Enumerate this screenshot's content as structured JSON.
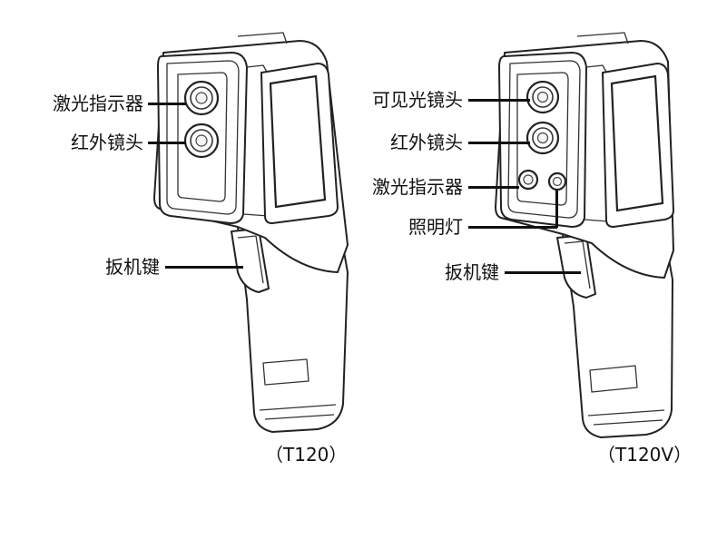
{
  "figure": {
    "devices": [
      {
        "model": "（T120）",
        "labels": {
          "laser": "激光指示器",
          "ir_lens": "红外镜头",
          "trigger": "扳机键"
        }
      },
      {
        "model": "（T120V）",
        "labels": {
          "visible_lens": "可见光镜头",
          "ir_lens": "红外镜头",
          "laser": "激光指示器",
          "light": "照明灯",
          "trigger": "扳机键"
        }
      }
    ]
  }
}
